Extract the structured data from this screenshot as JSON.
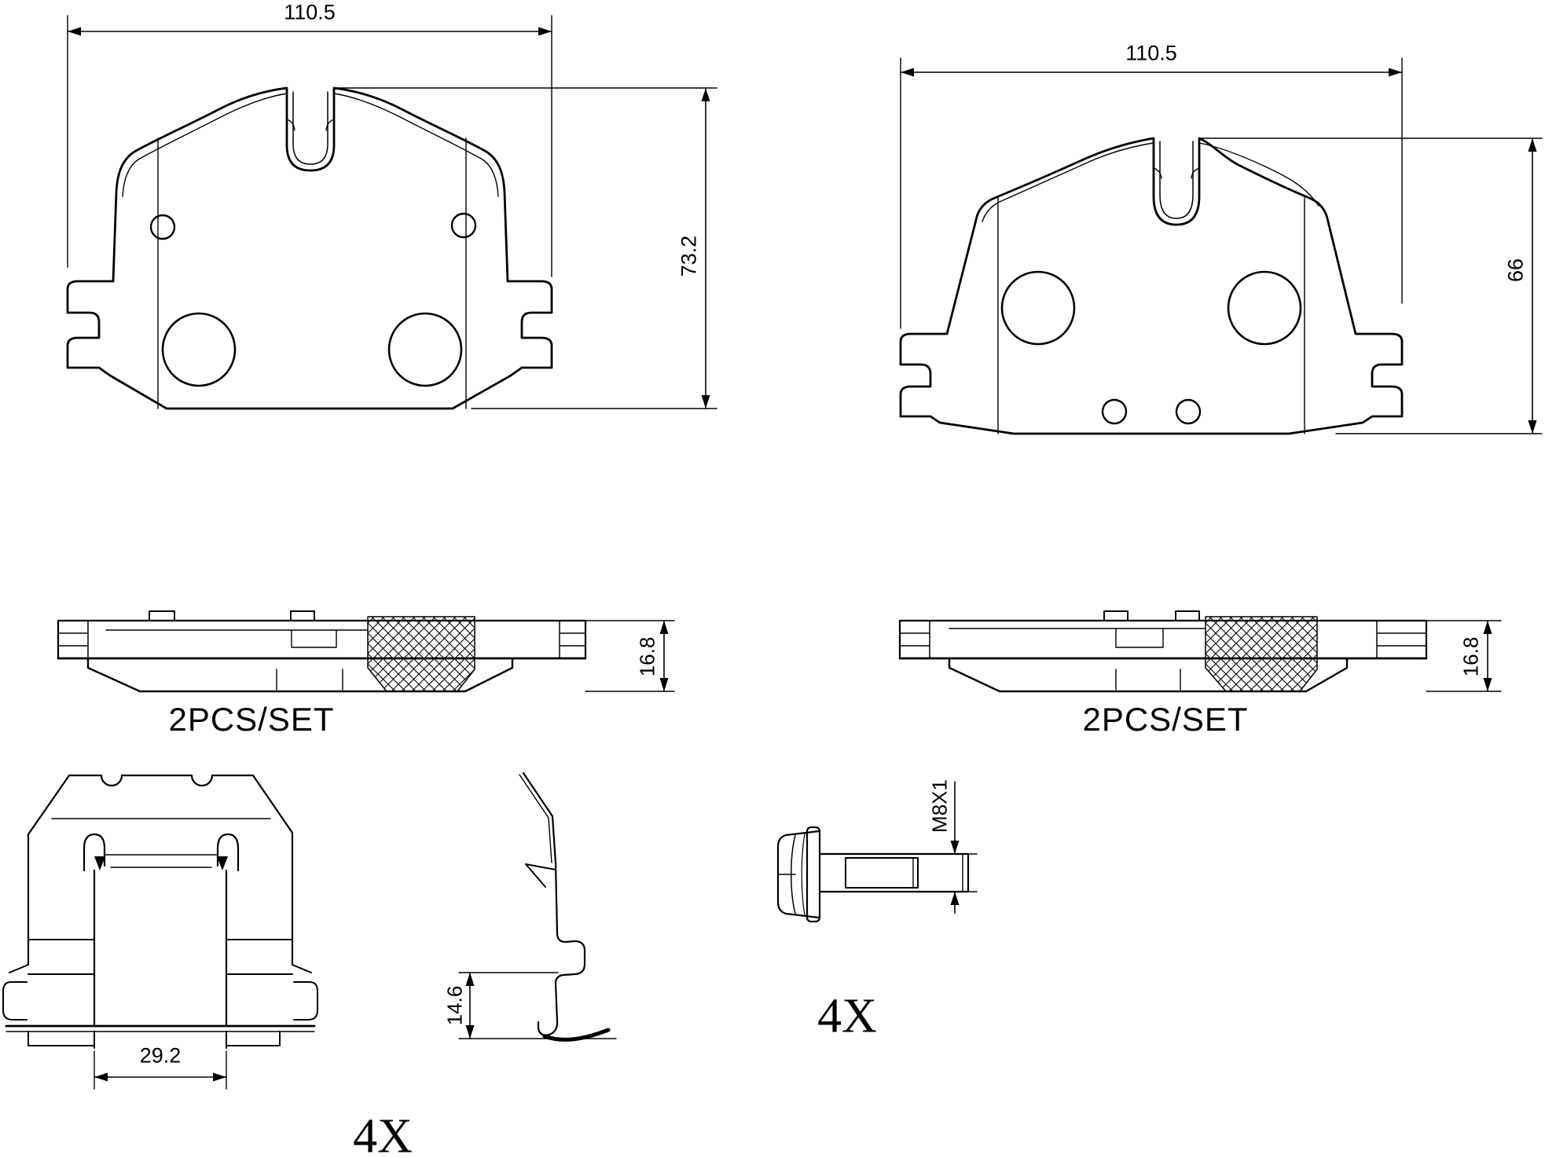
{
  "drawing": {
    "type": "brake-pad-technical-drawing",
    "colors": {
      "line": "#000000",
      "background": "#ffffff"
    },
    "views": {
      "pad_front_left": {
        "width_dim": "110.5",
        "height_dim": "73.2"
      },
      "pad_front_right": {
        "width_dim": "110.5",
        "height_dim": "66"
      },
      "pad_side_left": {
        "set_label": "2PCS/SET",
        "thickness_dim": "16.8"
      },
      "pad_side_right": {
        "set_label": "2PCS/SET",
        "thickness_dim": "16.8"
      },
      "clip_front": {
        "width_dim": "29.2",
        "quantity_label": "4X"
      },
      "clip_side": {
        "height_dim": "14.6"
      },
      "bolt": {
        "thread_label": "M8X1",
        "quantity_label": "4X"
      }
    }
  }
}
